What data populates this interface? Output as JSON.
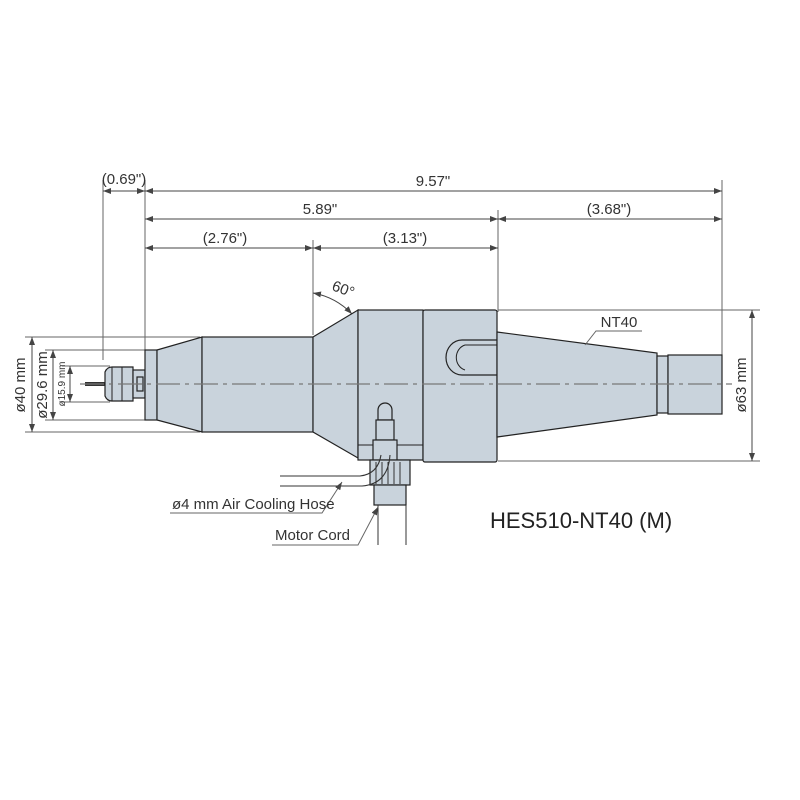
{
  "dimensions": {
    "overhang": "(0.69\")",
    "total_length": "9.57\"",
    "body_length": "5.89\"",
    "front_length": "(2.76\")",
    "rear_length": "(3.13\")",
    "shank_length": "(3.68\")",
    "angle": "60°",
    "dia_40": "ø40 mm",
    "dia_29_6": "ø29.6 mm",
    "dia_15_9": "ø15.9 mm",
    "dia_63": "ø63 mm"
  },
  "labels": {
    "taper": "NT40",
    "air_hose": "ø4 mm Air Cooling Hose",
    "motor_cord": "Motor Cord",
    "model": "HES510-NT40 (M)"
  },
  "colors": {
    "body_fill": "#c9d3dc"
  }
}
